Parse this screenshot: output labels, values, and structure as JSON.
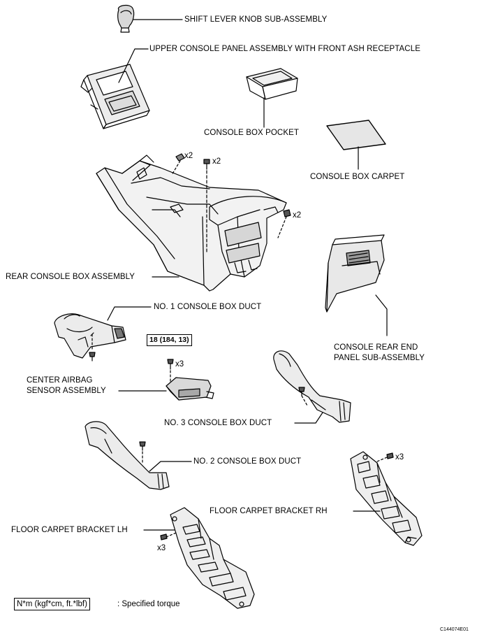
{
  "labels": {
    "shift_knob": "SHIFT LEVER KNOB SUB-ASSEMBLY",
    "upper_panel": "UPPER CONSOLE PANEL ASSEMBLY WITH FRONT ASH RECEPTACLE",
    "box_pocket": "CONSOLE BOX POCKET",
    "box_carpet": "CONSOLE BOX CARPET",
    "rear_box": "REAR CONSOLE BOX ASSEMBLY",
    "duct1": "NO. 1 CONSOLE BOX DUCT",
    "rear_end_line1": "CONSOLE REAR END",
    "rear_end_line2": "PANEL SUB-ASSEMBLY",
    "airbag_line1": "CENTER AIRBAG",
    "airbag_line2": "SENSOR ASSEMBLY",
    "duct3": "NO. 3 CONSOLE BOX DUCT",
    "duct2": "NO. 2 CONSOLE BOX DUCT",
    "bracket_rh": "FLOOR CARPET BRACKET RH",
    "bracket_lh": "FLOOR CARPET BRACKET LH"
  },
  "quantities": {
    "clip_left": "x2",
    "screw_center": "x2",
    "screw_right": "x2",
    "airbag_bolts": "x3",
    "rh_screws": "x3",
    "lh_screws": "x3"
  },
  "torque": "18 (184, 13)",
  "legend": {
    "box": "N*m (kgf*cm, ft.*lbf)",
    "text": ": Specified torque"
  },
  "figure_code": "C144074E01"
}
